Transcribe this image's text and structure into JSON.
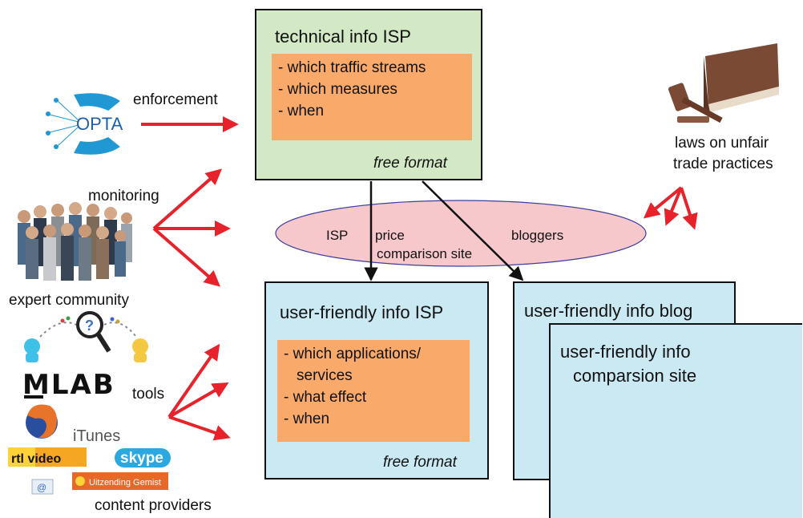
{
  "technical_box": {
    "title": "technical info ISP",
    "items": [
      "- which traffic streams",
      "- which measures",
      "- when"
    ],
    "format_note": "free format"
  },
  "user_isp_box": {
    "title": "user-friendly info ISP",
    "items": [
      "- which applications/",
      "services",
      "- what effect",
      "- when"
    ],
    "format_note": "free format"
  },
  "blog_box": {
    "title": "user-friendly info blog"
  },
  "comparison_box": {
    "title_line1": "user-friendly info",
    "title_line2": "comparsion site"
  },
  "ellipse": {
    "isp": "ISP",
    "price": "price",
    "comparison_site": "comparison site",
    "bloggers": "bloggers"
  },
  "left": {
    "opta_logo": "OPTA",
    "enforcement": "enforcement",
    "monitoring": "monitoring",
    "expert_community": "expert community",
    "mlab_logo": "MLAB",
    "tools": "tools",
    "itunes": "iTunes",
    "rtl_video": "rtl video",
    "skype": "skype",
    "uitzending_gemist": "Uitzending Gemist",
    "content_providers": "content providers"
  },
  "right": {
    "laws_line1": "laws on unfair",
    "laws_line2": "trade practices"
  },
  "colors": {
    "technical_fill": "#d3e9c5",
    "user_fill": "#cbe9f3",
    "orange_fill": "#f9a96a",
    "ellipse_fill": "#f6c8cc",
    "arrow_red": "#e8222a",
    "opta_blue": "#1f98d4"
  }
}
